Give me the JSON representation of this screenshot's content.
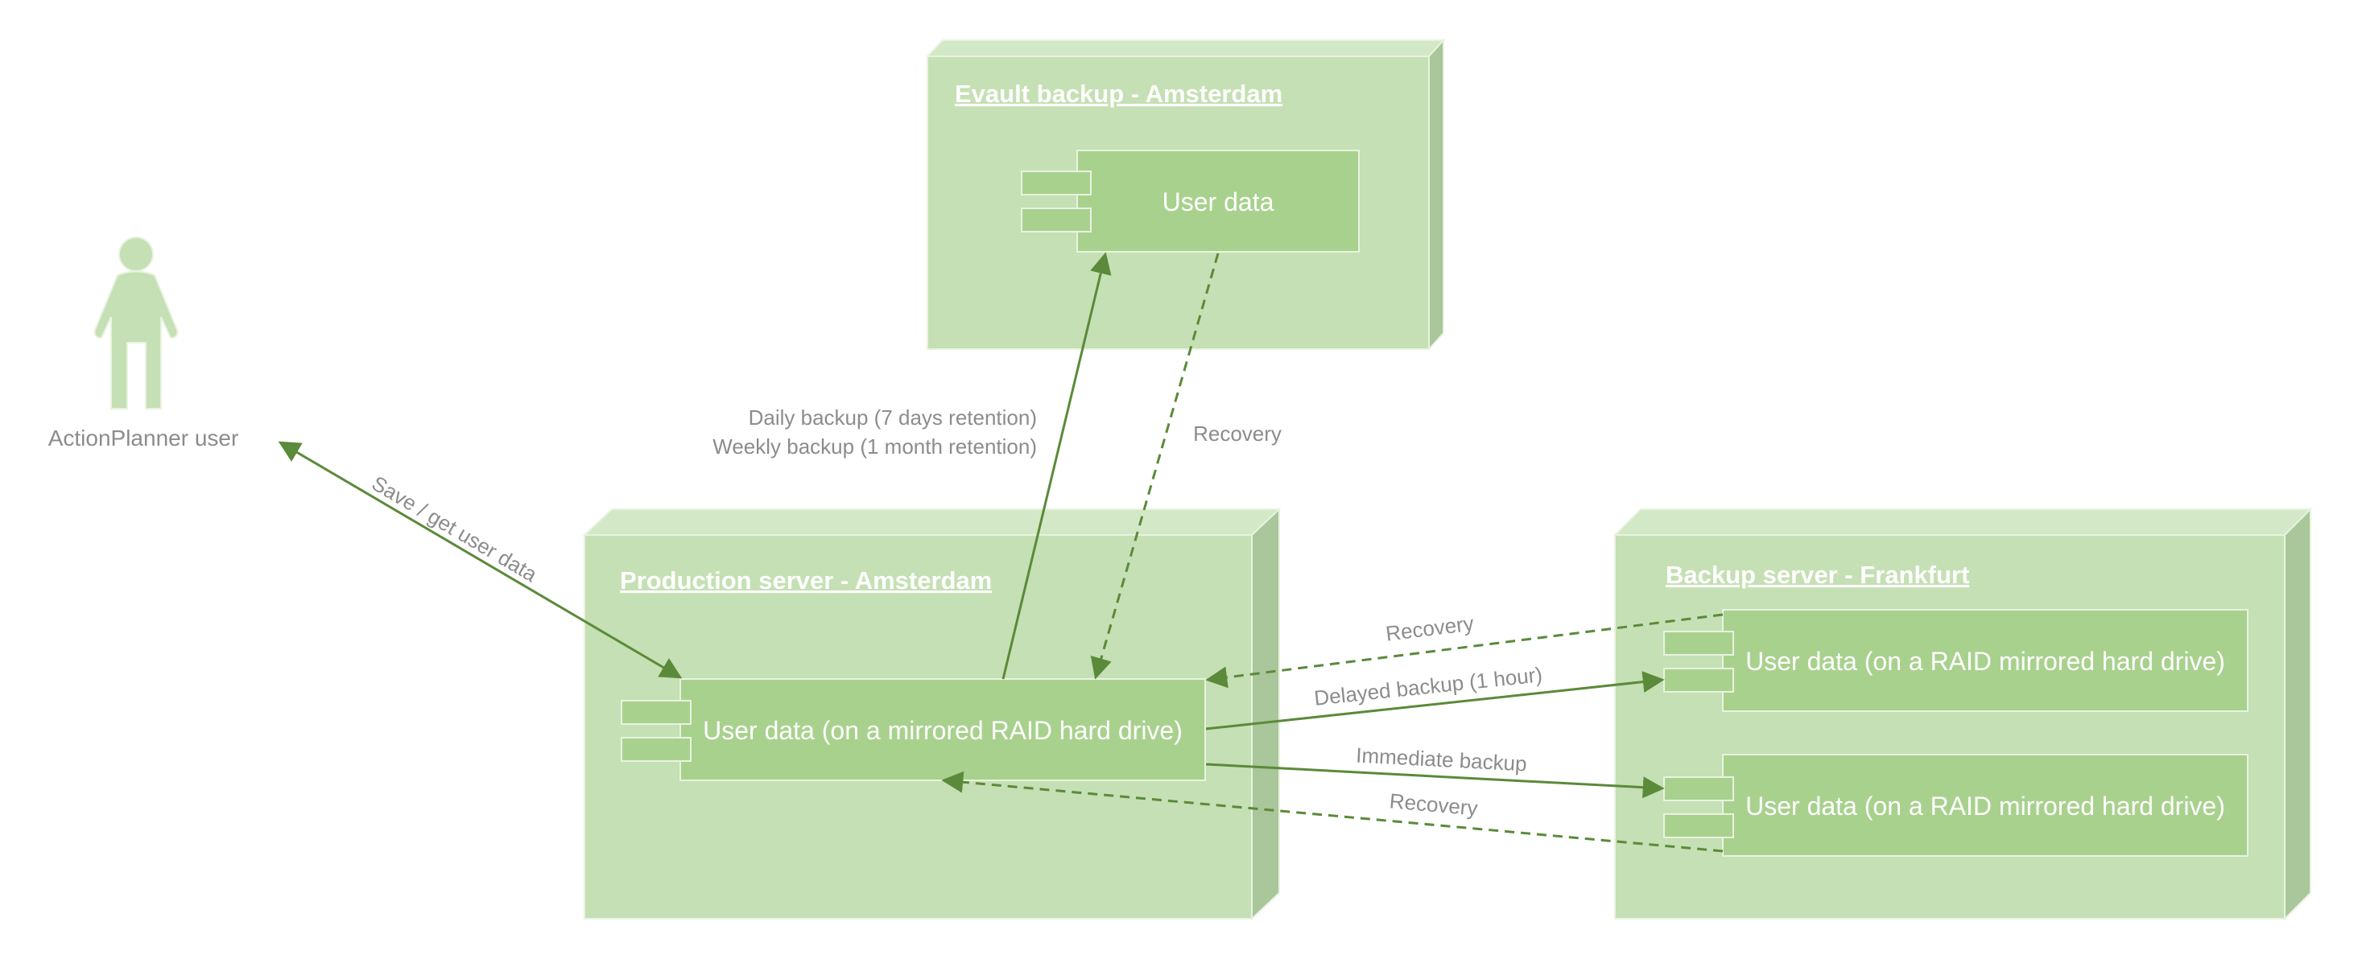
{
  "actor": {
    "label": "ActionPlanner user",
    "icon": "person-icon"
  },
  "nodes": {
    "evault": {
      "title": "Evault backup - Amsterdam",
      "component": "User data"
    },
    "production": {
      "title": "Production server - Amsterdam",
      "component": "User data (on a mirrored RAID hard drive)"
    },
    "frankfurt": {
      "title": "Backup server - Frankfurt",
      "component_top": "User data (on a RAID mirrored hard drive)",
      "component_bottom": "User data (on a RAID mirrored hard drive)"
    }
  },
  "edges": {
    "user_production": "Save / get user data",
    "daily_backup": "Daily backup (7 days retention)",
    "weekly_backup": "Weekly backup (1 month retention)",
    "evault_recovery": "Recovery",
    "frankfurt_recovery_top": "Recovery",
    "delayed_backup": "Delayed backup (1 hour)",
    "immediate_backup": "Immediate backup",
    "frankfurt_recovery_bottom": "Recovery"
  },
  "colors": {
    "node_face": "#c5e0b4",
    "node_top": "#d3e8c6",
    "node_side": "#a9c79a",
    "component_fill": "#a9d18e",
    "arrow": "#5b8a3a",
    "text_gray": "#8c8c8c"
  }
}
